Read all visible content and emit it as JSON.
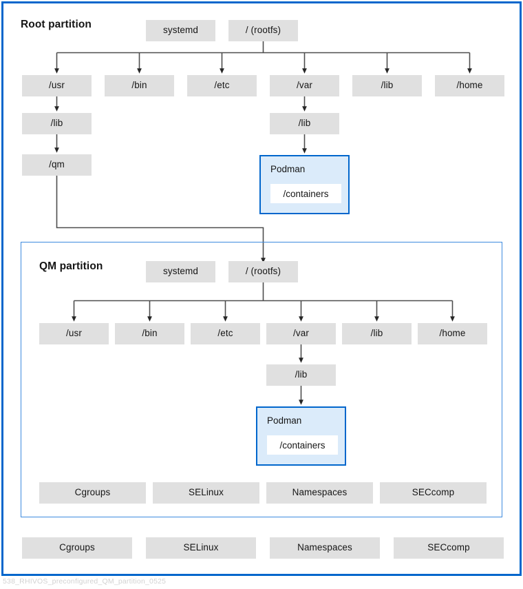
{
  "diagram": {
    "caption": "538_RHIVOS_preconfigured_QM_partition_0525",
    "colors": {
      "frame_border": "#0066cc",
      "partition_border": "#3c8ade",
      "node_fill": "#e0e0e0",
      "podman_fill": "#dbebfa",
      "podman_border": "#0066cc",
      "connector": "#4d4d4d",
      "text": "#151515",
      "caption_text": "#d2d2d2"
    }
  },
  "root_partition": {
    "title": "Root partition",
    "top_row": [
      {
        "label": "systemd"
      },
      {
        "label": "/ (rootfs)"
      }
    ],
    "children": [
      {
        "label": "/usr"
      },
      {
        "label": "/bin"
      },
      {
        "label": "/etc"
      },
      {
        "label": "/var"
      },
      {
        "label": "/lib"
      },
      {
        "label": "/home"
      }
    ],
    "usr_branch": [
      {
        "label": "/lib"
      },
      {
        "label": "/qm"
      }
    ],
    "var_branch": [
      {
        "label": "/lib"
      }
    ],
    "podman": {
      "label": "Podman",
      "containers": "/containers"
    }
  },
  "qm_partition": {
    "title": "QM partition",
    "top_row": [
      {
        "label": "systemd"
      },
      {
        "label": "/ (rootfs)"
      }
    ],
    "children": [
      {
        "label": "/usr"
      },
      {
        "label": "/bin"
      },
      {
        "label": "/etc"
      },
      {
        "label": "/var"
      },
      {
        "label": "/lib"
      },
      {
        "label": "/home"
      }
    ],
    "var_branch": [
      {
        "label": "/lib"
      }
    ],
    "podman": {
      "label": "Podman",
      "containers": "/containers"
    },
    "features": [
      {
        "label": "Cgroups"
      },
      {
        "label": "SELinux"
      },
      {
        "label": "Namespaces"
      },
      {
        "label": "SECcomp"
      }
    ]
  },
  "host_features": [
    {
      "label": "Cgroups"
    },
    {
      "label": "SELinux"
    },
    {
      "label": "Namespaces"
    },
    {
      "label": "SECcomp"
    }
  ]
}
